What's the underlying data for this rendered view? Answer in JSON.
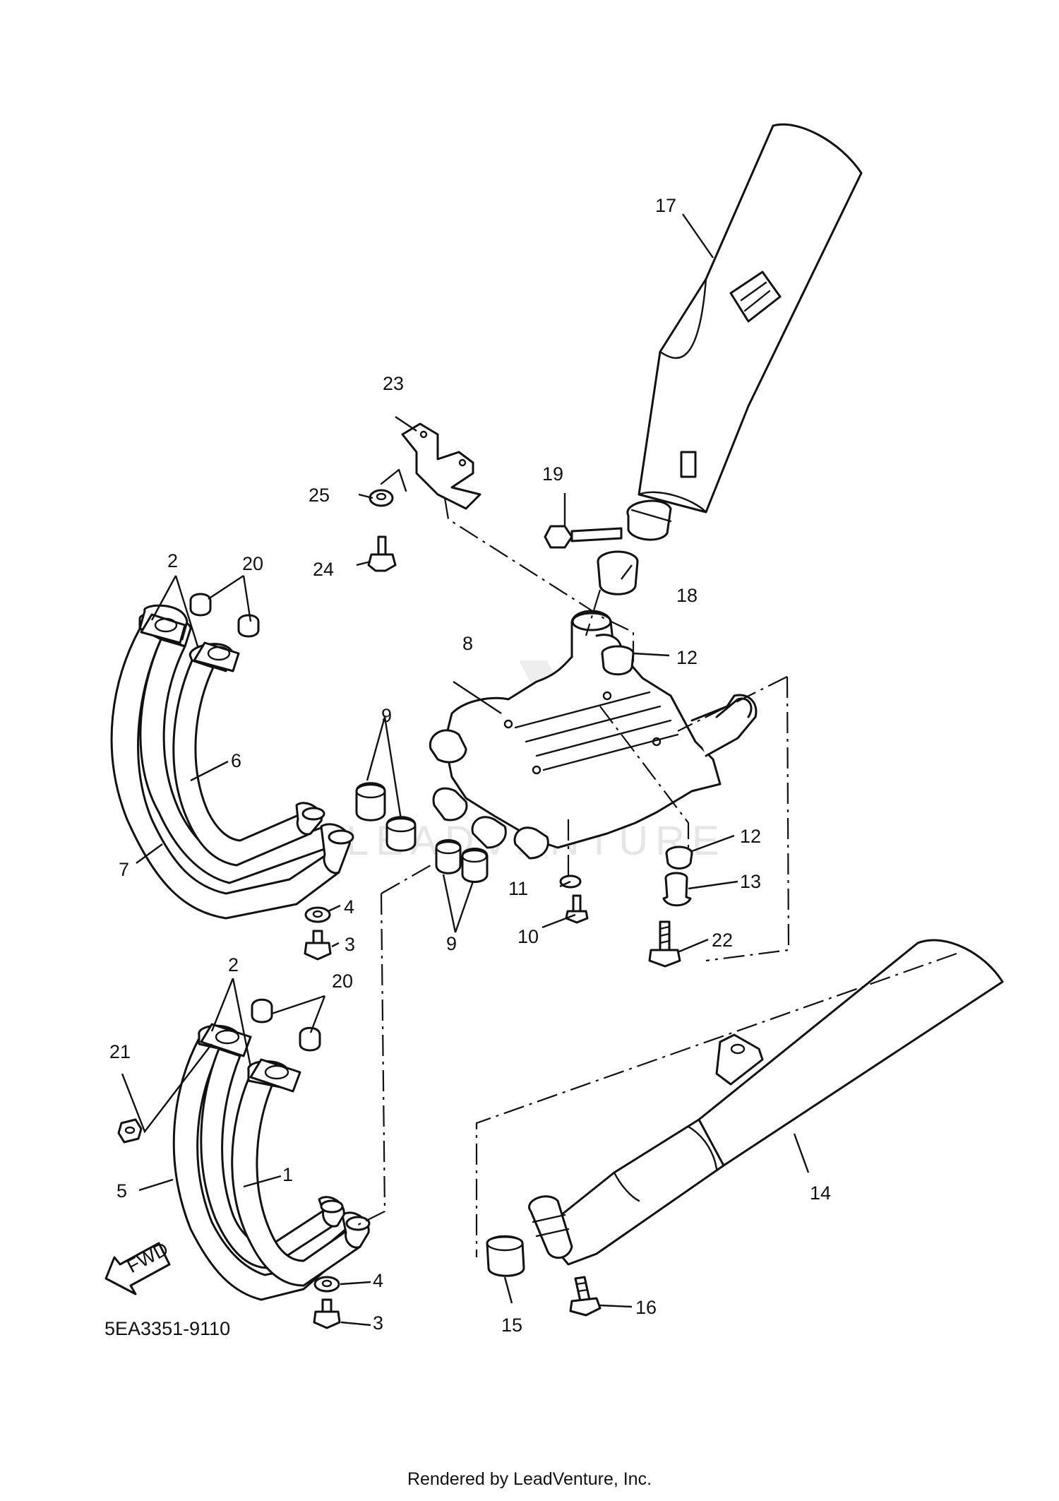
{
  "watermark": "LEADVENTURE",
  "diagram_code": "5EA3351-9110",
  "footer": "Rendered by LeadVenture, Inc.",
  "fwd_label": "FWD",
  "callouts": {
    "c1": "1",
    "c2a": "2",
    "c2b": "2",
    "c3a": "3",
    "c3b": "3",
    "c4a": "4",
    "c4b": "4",
    "c5": "5",
    "c6": "6",
    "c7": "7",
    "c8": "8",
    "c9a": "9",
    "c9b": "9",
    "c10": "10",
    "c11": "11",
    "c12a": "12",
    "c12b": "12",
    "c13": "13",
    "c14": "14",
    "c15": "15",
    "c16": "16",
    "c17": "17",
    "c18": "18",
    "c19": "19",
    "c20a": "20",
    "c20b": "20",
    "c21": "21",
    "c22": "22",
    "c23": "23",
    "c24": "24",
    "c25": "25"
  }
}
